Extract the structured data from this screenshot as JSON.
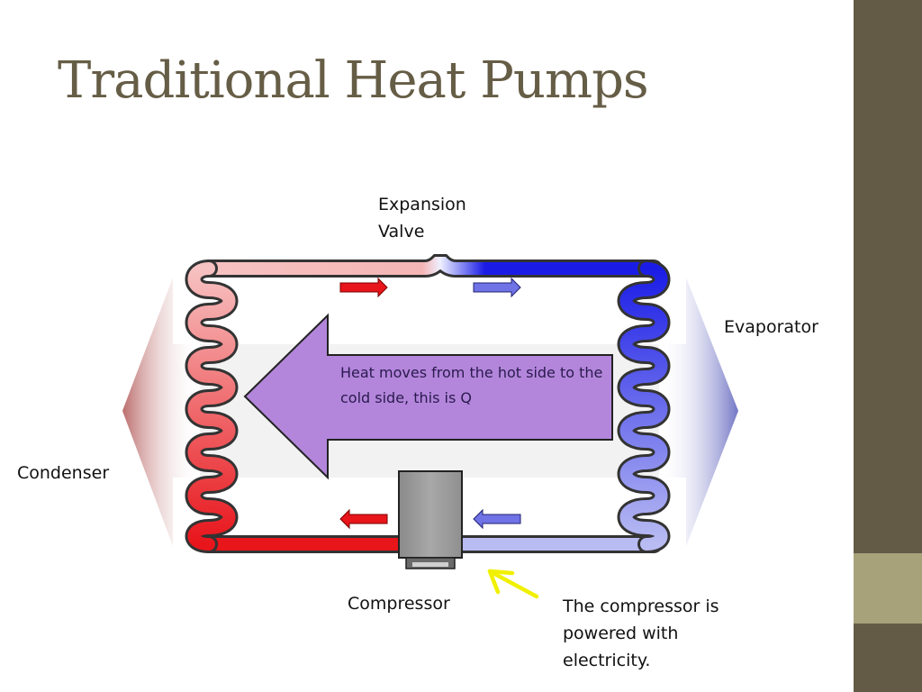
{
  "slide": {
    "title": "Traditional Heat Pumps"
  },
  "labels": {
    "expansion_valve_line1": "Expansion",
    "expansion_valve_line2": "Valve",
    "evaporator": "Evaporator",
    "condenser": "Condenser",
    "compressor": "Compressor",
    "compressor_note": "The compressor is powered with electricity."
  },
  "callout": {
    "text": "Heat moves from the hot side to the cold side, this is Q"
  },
  "colors": {
    "title": "#665d46",
    "sidebar_dark": "#635b46",
    "sidebar_light": "#a7a27a",
    "hot": "#e8151b",
    "warm_light": "#f4b5b5",
    "cold": "#1a1ce6",
    "cool_light": "#b9bcf2",
    "callout_fill": "#b386db",
    "highlight_arrow": "#f0f000"
  }
}
